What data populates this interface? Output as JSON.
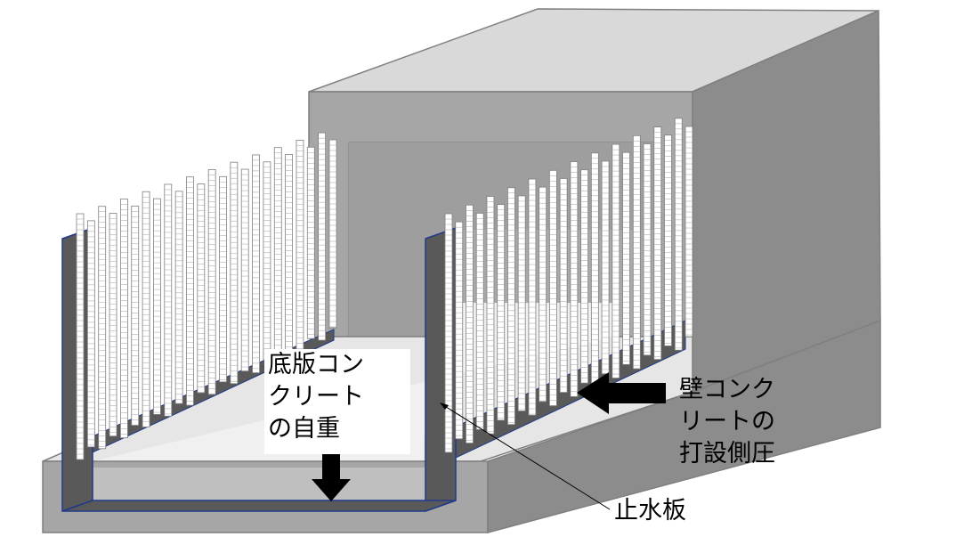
{
  "labels": {
    "slab_self_weight": [
      "底版コン",
      "クリート",
      "の自重"
    ],
    "wall_lateral_pressure": [
      "壁コンク",
      "リートの",
      "打設側圧"
    ],
    "waterstop": "止水板"
  },
  "colors": {
    "box_front": "#a6a6a6",
    "box_top": "#d9d9d9",
    "box_side": "#8c8c8c",
    "slab_top": "#e6e6e6",
    "slab_front": "#a6a6a6",
    "waterstop": "#595959",
    "waterstop_edge": "#1f3a8a",
    "rebar_fill": "#ffffff",
    "rebar_stroke": "#7f7f7f",
    "arrow": "#000000"
  },
  "icons": {
    "down_arrow": "down-arrow-icon",
    "left_arrow": "left-arrow-icon"
  }
}
